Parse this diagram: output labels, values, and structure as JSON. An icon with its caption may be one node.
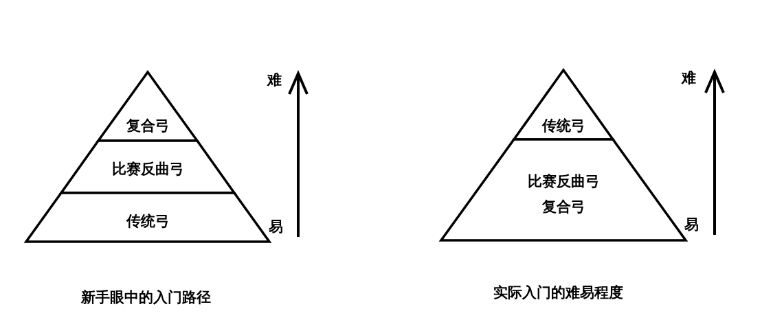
{
  "diagram": {
    "nodes": [
      {
        "text": [
          "复合弓"
        ]
      },
      {
        "text": [
          "比赛反曲弓"
        ]
      },
      {
        "text": [
          "传统弓"
        ]
      },
      {
        "text": [
          "传统弓"
        ]
      },
      {
        "text": [
          "比赛反曲弓",
          "复合弓"
        ]
      }
    ],
    "labels": [
      "难",
      "易",
      "新手眼中的入门路径",
      "难",
      "易",
      "实际入门的难易程度"
    ]
  }
}
